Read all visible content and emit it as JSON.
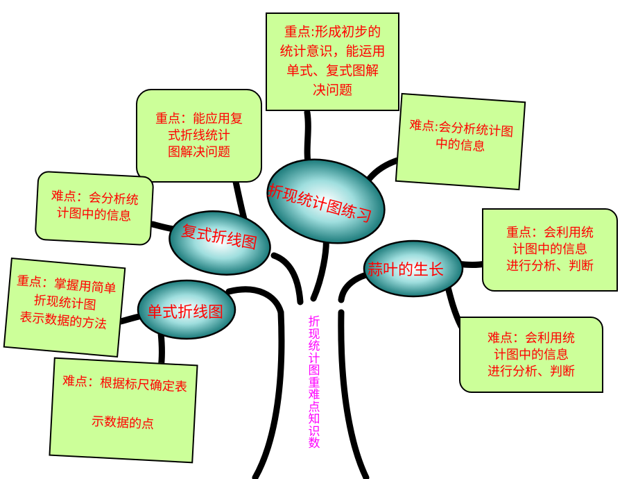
{
  "nodes": {
    "main": "折现统计图练习",
    "compound": "复式折线图",
    "simple": "单式折线图",
    "garlic": "蒜叶的生长"
  },
  "trunk_label": "折现统计图重难点知识数",
  "notes": {
    "top_key": [
      "重点:形成初步的",
      "统计意识，能运用",
      "单式、复式图解",
      "决问题"
    ],
    "top_right_difficulty": [
      "难点:会分析统计图",
      "中的信息"
    ],
    "compound_key": [
      "重点：能应用复",
      "式折线统计",
      "图解决问题"
    ],
    "compound_difficulty": [
      "难点：会分析统",
      "计图中的信息"
    ],
    "simple_key": [
      "重点：掌握用简单",
      "折现统计图",
      "表示数据的方法"
    ],
    "simple_difficulty": [
      "难点：根据标尺确定表",
      "",
      "示数据的点"
    ],
    "garlic_key": [
      "重点：会利用统",
      "计图中的信息",
      "进行分析、判断"
    ],
    "garlic_difficulty": [
      "难点：会利用统",
      "计图中的信息",
      "进行分析、判断"
    ]
  },
  "colors": {
    "note_fill": "#ccff99",
    "note_text": "#ff0000",
    "oval_dark": "#006666",
    "oval_light": "#ffffff",
    "trunk_text": "#ff00ff"
  }
}
